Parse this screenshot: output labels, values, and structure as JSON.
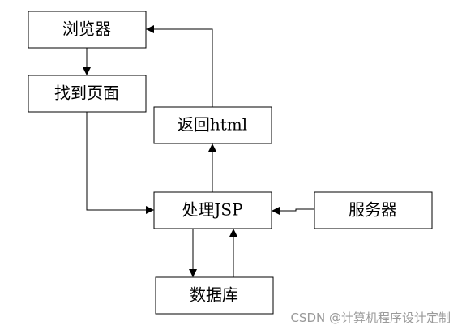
{
  "diagram": {
    "nodes": {
      "browser": "浏览器",
      "find_page": "找到页面",
      "return_html": "返回html",
      "process_jsp": "处理JSP",
      "server": "服务器",
      "database": "数据库"
    },
    "edges": [
      {
        "from": "browser",
        "to": "find_page"
      },
      {
        "from": "find_page",
        "to": "process_jsp"
      },
      {
        "from": "server",
        "to": "process_jsp"
      },
      {
        "from": "process_jsp",
        "to": "database"
      },
      {
        "from": "database",
        "to": "process_jsp"
      },
      {
        "from": "process_jsp",
        "to": "return_html"
      },
      {
        "from": "return_html",
        "to": "browser"
      }
    ],
    "colors": {
      "stroke": "#000000",
      "fill": "#ffffff",
      "watermark": "#9a9a9a"
    }
  },
  "watermark": "CSDN @计算机程序设计定制"
}
